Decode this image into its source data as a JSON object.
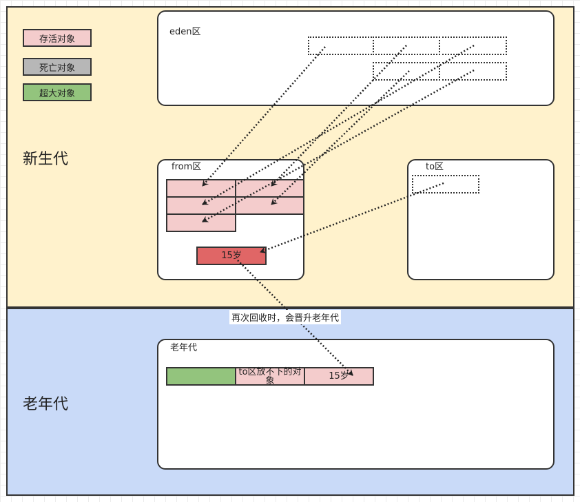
{
  "legend": {
    "alive": "存活对象",
    "dead": "死亡对象",
    "huge": "超大对象"
  },
  "regions": {
    "young_label": "新生代",
    "old_label": "老年代"
  },
  "panels": {
    "eden": "eden区",
    "from": "from区",
    "to": "to区",
    "old": "老年代"
  },
  "from_aged_object": "15岁",
  "promotion_note": "再次回收时，会晋升老年代",
  "old_cells": {
    "overflow": "to区放不下的对象",
    "aged": "15岁"
  },
  "colors": {
    "young_bg": "#fff2cc",
    "old_bg": "#c9daf8",
    "alive": "#f4cccc",
    "dead": "#e06666",
    "huge": "#93c47d"
  }
}
